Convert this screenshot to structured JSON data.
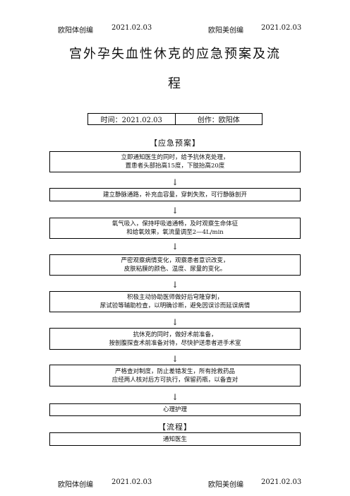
{
  "header": {
    "author_left": "欧阳体创编",
    "date_left": "2021.02.03",
    "author_right": "欧阳美创编",
    "date_right": "2021.02.03"
  },
  "title": {
    "line1": "宫外孕失血性休克的应急预案及流",
    "line2": "程"
  },
  "meta": {
    "time": "时间：2021.02.03",
    "author": "创作：欧阳体"
  },
  "section1": "【应急预案】",
  "arrow": "↓",
  "steps": [
    {
      "line1": "立即通知医生的同时，给予抗休克处理，",
      "line2": "置患者头部抬高15度，下肢抬高20度"
    },
    {
      "line1": "建立静脉通路，补充血容量，穿刺失败，可行静脉剖开",
      "line2": ""
    },
    {
      "line1": "氧气吸入，保持呼吸道通畅，及时观察生命体征",
      "line2": "和给氧效果，氧流量调至2—4L/min"
    },
    {
      "line1": "严密观察病情变化，观察患者意识改变，",
      "line2": "皮肤粘膜的颜色、温度、尿量的变化。"
    },
    {
      "line1": "积极主动协助医师做好后穹隆穿刺，",
      "line2": "尿试验等辅助检查，以明确诊断，避免因误诊而延误病情"
    },
    {
      "line1": "抗休克的同时，做好术前准备，",
      "line2": "按剖腹探查术前准备对待，尽快护送患者进手术室"
    },
    {
      "line1": "严格查对制度，防止差错发生，所有抢救药品",
      "line2": "应经两人核对后方可执行，保留药瓶，以备查对"
    },
    {
      "line1": "心理护理",
      "line2": ""
    }
  ],
  "section2": "【流程】",
  "flow": [
    {
      "line1": "通知医生"
    }
  ],
  "footer": {
    "author_left": "欧阳体创编",
    "date_left": "2021.02.03",
    "author_right": "欧阳美创编",
    "date_right": "2021.02.03"
  }
}
